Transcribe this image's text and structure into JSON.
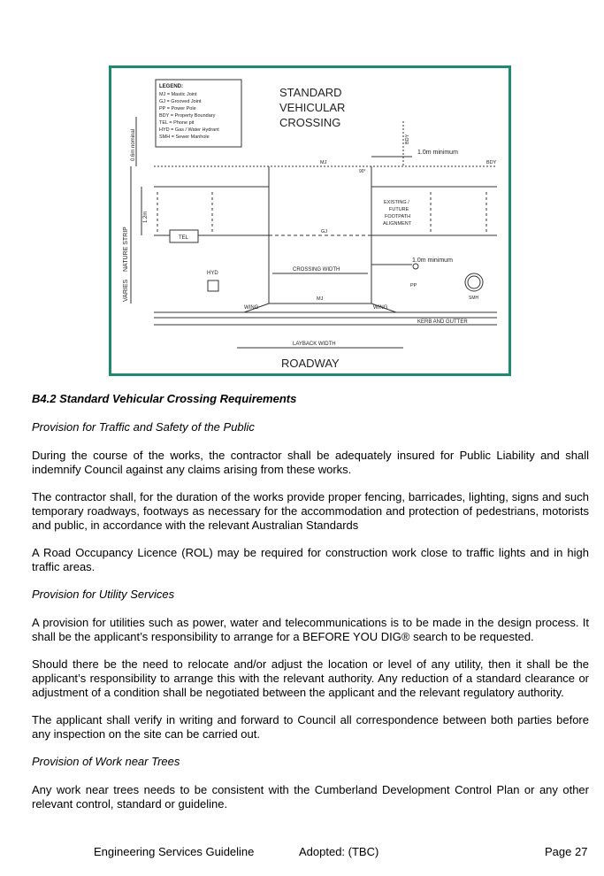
{
  "figure": {
    "legend_title": "LEGEND:",
    "legend_items": [
      "MJ = Mastic Joint",
      "GJ = Grooved Joint",
      "PP = Power Pole",
      "BDY = Property Boundary",
      "TEL = Phone pit",
      "HYD = Gas / Water Hydrant",
      "SMH = Sewer Manhole"
    ],
    "title_lines": [
      "STANDARD",
      "VEHICULAR",
      "CROSSING"
    ],
    "labels": {
      "nominal": "0.6m nominal",
      "nature_strip": "NATURE STRIP",
      "varies": "VARIES",
      "depth": "1.2m",
      "bdy": "BDY",
      "min1": "1.0m minimum",
      "min2": "1.0m minimum",
      "mj": "MJ",
      "gj": "GJ",
      "angle": "90°",
      "footpath": [
        "EXISTING /",
        "FUTURE",
        "FOOTPATH",
        "ALIGNMENT"
      ],
      "tel": "TEL",
      "hyd": "HYD",
      "pp": "PP",
      "smh": "SMH",
      "crossing_width": "CROSSING WIDTH",
      "wing": "WING",
      "kerb": "KERB AND GUTTER",
      "layback": "LAYBACK WIDTH",
      "roadway": "ROADWAY"
    }
  },
  "section_heading": "B4.2 Standard Vehicular Crossing Requirements",
  "sub1": "Provision for Traffic and Safety of the Public",
  "p1": "During the course of the works, the contractor shall be adequately insured for Public Liability and shall indemnify Council against any claims arising from these works.",
  "p2": "The contractor shall, for the duration of the works provide proper fencing, barricades, lighting, signs and such temporary roadways, footways as necessary for the accommodation and protection of pedestrians, motorists and public, in accordance with the relevant Australian Standards",
  "p3": "A Road Occupancy Licence (ROL) may be required for construction work close to traffic lights and in high traffic areas.",
  "sub2": "Provision for Utility Services",
  "p4": "A provision for utilities such as power, water and telecommunications is to be made in the design process. It shall be the applicant’s responsibility to arrange for a BEFORE YOU DIG® search to be requested.",
  "p5": "Should there be the need to relocate and/or adjust the location or level of any utility, then it shall be the applicant’s responsibility to arrange this with the relevant authority. Any reduction of a standard clearance or adjustment of a condition shall be negotiated between the applicant and the relevant regulatory authority.",
  "p6": "The applicant shall verify in writing and forward to Council all correspondence between both parties before any inspection on the site can be carried out.",
  "sub3": "Provision of Work near Trees",
  "p7": "Any work near trees needs to be consistent with the Cumberland Development Control Plan or any other relevant control, standard or guideline.",
  "footer": {
    "left": "Engineering Services Guideline",
    "middle": "Adopted: (TBC)",
    "right": "Page 27"
  }
}
